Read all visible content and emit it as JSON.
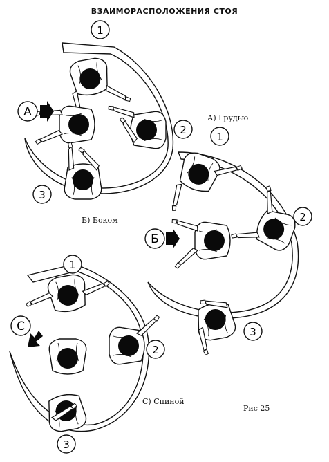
{
  "title": "ВЗАИМОРАСПОЛОЖЕНИЯ СТОЯ",
  "groups": [
    {
      "caption": "А)  Грудью",
      "marker": "А",
      "positions": [
        "1",
        "2",
        "3"
      ]
    },
    {
      "caption": "Б)  Боком",
      "marker": "Б",
      "positions": [
        "1",
        "2",
        "3"
      ]
    },
    {
      "caption": "С)  Спиной",
      "marker": "С",
      "positions": [
        "1",
        "2",
        "3"
      ]
    }
  ],
  "figure_label": "Рис   25",
  "colors": {
    "ink": "#111111",
    "hair": "#0a0a0a",
    "paper": "#ffffff"
  }
}
